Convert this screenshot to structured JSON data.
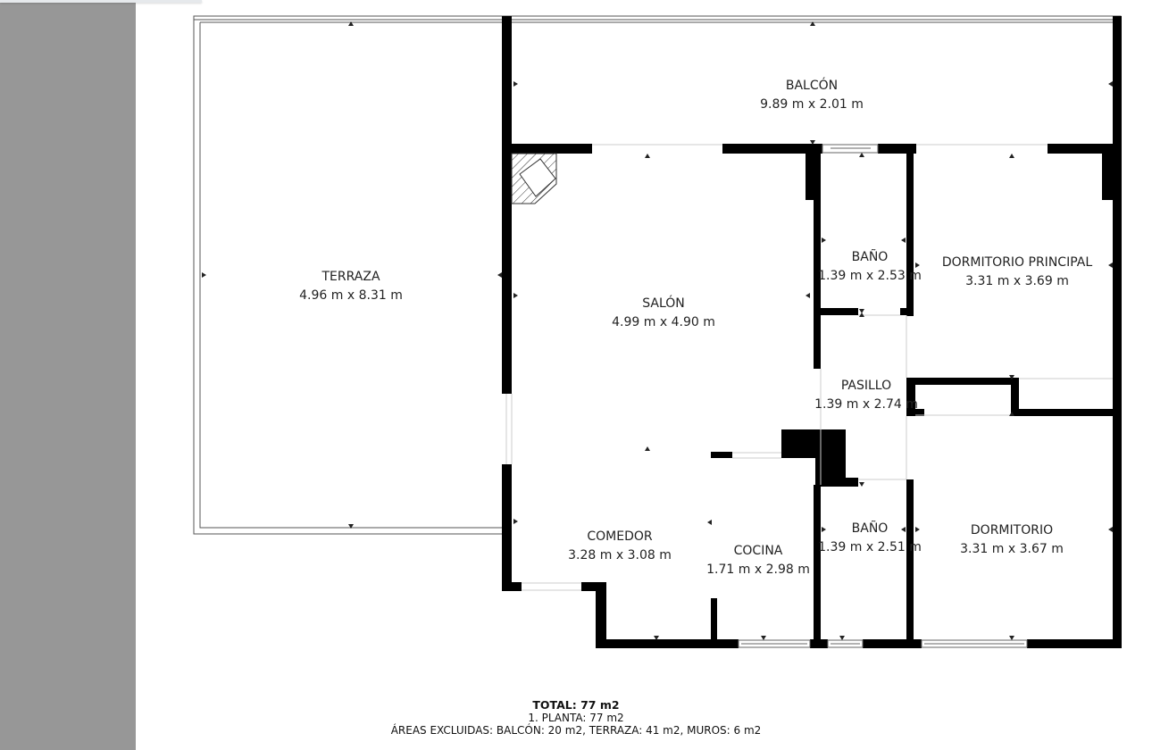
{
  "floorplan": {
    "rooms": [
      {
        "id": "terraza",
        "name": "TERRAZA",
        "dims": "4.96 m x 8.31 m"
      },
      {
        "id": "balcon",
        "name": "BALCÓN",
        "dims": "9.89 m x 2.01 m"
      },
      {
        "id": "salon",
        "name": "SALÓN",
        "dims": "4.99 m x 4.90 m"
      },
      {
        "id": "bano1",
        "name": "BAÑO",
        "dims": "1.39 m x 2.53 m"
      },
      {
        "id": "dormitorio_principal",
        "name": "DORMITORIO PRINCIPAL",
        "dims": "3.31 m x 3.69 m"
      },
      {
        "id": "pasillo",
        "name": "PASILLO",
        "dims": "1.39 m x 2.74 m"
      },
      {
        "id": "comedor",
        "name": "COMEDOR",
        "dims": "3.28 m x 3.08 m"
      },
      {
        "id": "cocina",
        "name": "COCINA",
        "dims": "1.71 m x 2.98 m"
      },
      {
        "id": "bano2",
        "name": "BAÑO",
        "dims": "1.39 m x 2.51 m"
      },
      {
        "id": "dormitorio",
        "name": "DORMITORIO",
        "dims": "3.31 m x 3.67 m"
      }
    ],
    "colors": {
      "wall": "#000000",
      "outline": "#555555",
      "background": "#ffffff",
      "side_panel": "#979797"
    }
  },
  "summary": {
    "total": "TOTAL: 77 m2",
    "floor": "1. PLANTA: 77 m2",
    "excluded": "ÁREAS EXCLUIDAS: BALCÓN: 20 m2, TERRAZA: 41 m2, MUROS: 6 m2"
  }
}
